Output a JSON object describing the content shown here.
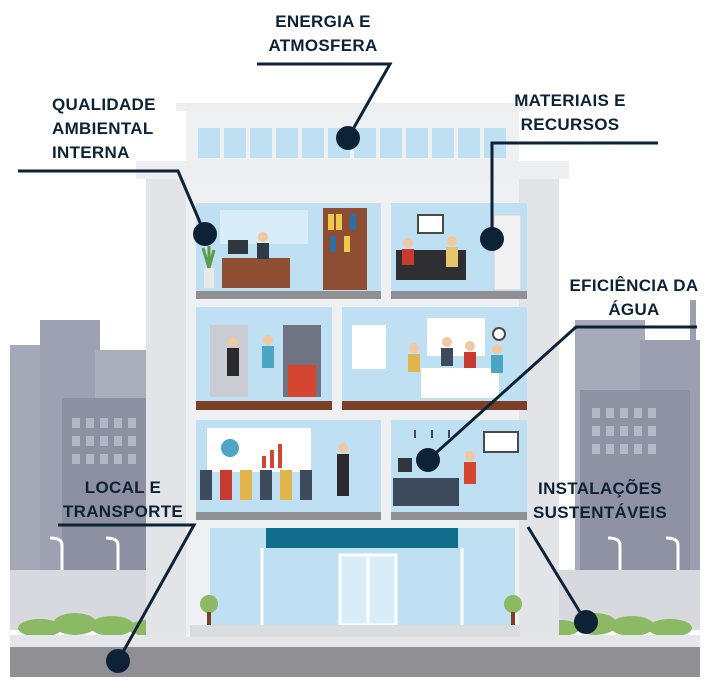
{
  "callouts": {
    "energia": {
      "line1": "ENERGIA E",
      "line2": "ATMOSFERA"
    },
    "qualidade": {
      "line1": "QUALIDADE",
      "line2": "AMBIENTAL",
      "line3": "INTERNA"
    },
    "materiais": {
      "line1": "MATERIAIS E",
      "line2": "RECURSOS"
    },
    "agua": {
      "line1": "EFICIÊNCIA DA",
      "line2": "ÁGUA"
    },
    "local": {
      "line1": "LOCAL E",
      "line2": "TRANSPORTE"
    },
    "instalacoes": {
      "line1": "INSTALAÇÕES",
      "line2": "SUSTENTÁVEIS"
    }
  },
  "colors": {
    "callout_line": "#0d2237",
    "room_background": "#bfe0f2",
    "wall": "#eef0f2",
    "floor": "#8f8f94",
    "city_left": "#9da1b1",
    "city_right": "#a8acba",
    "accent_blue": "#0f6e8c",
    "hedge_green": "#8cb964"
  }
}
